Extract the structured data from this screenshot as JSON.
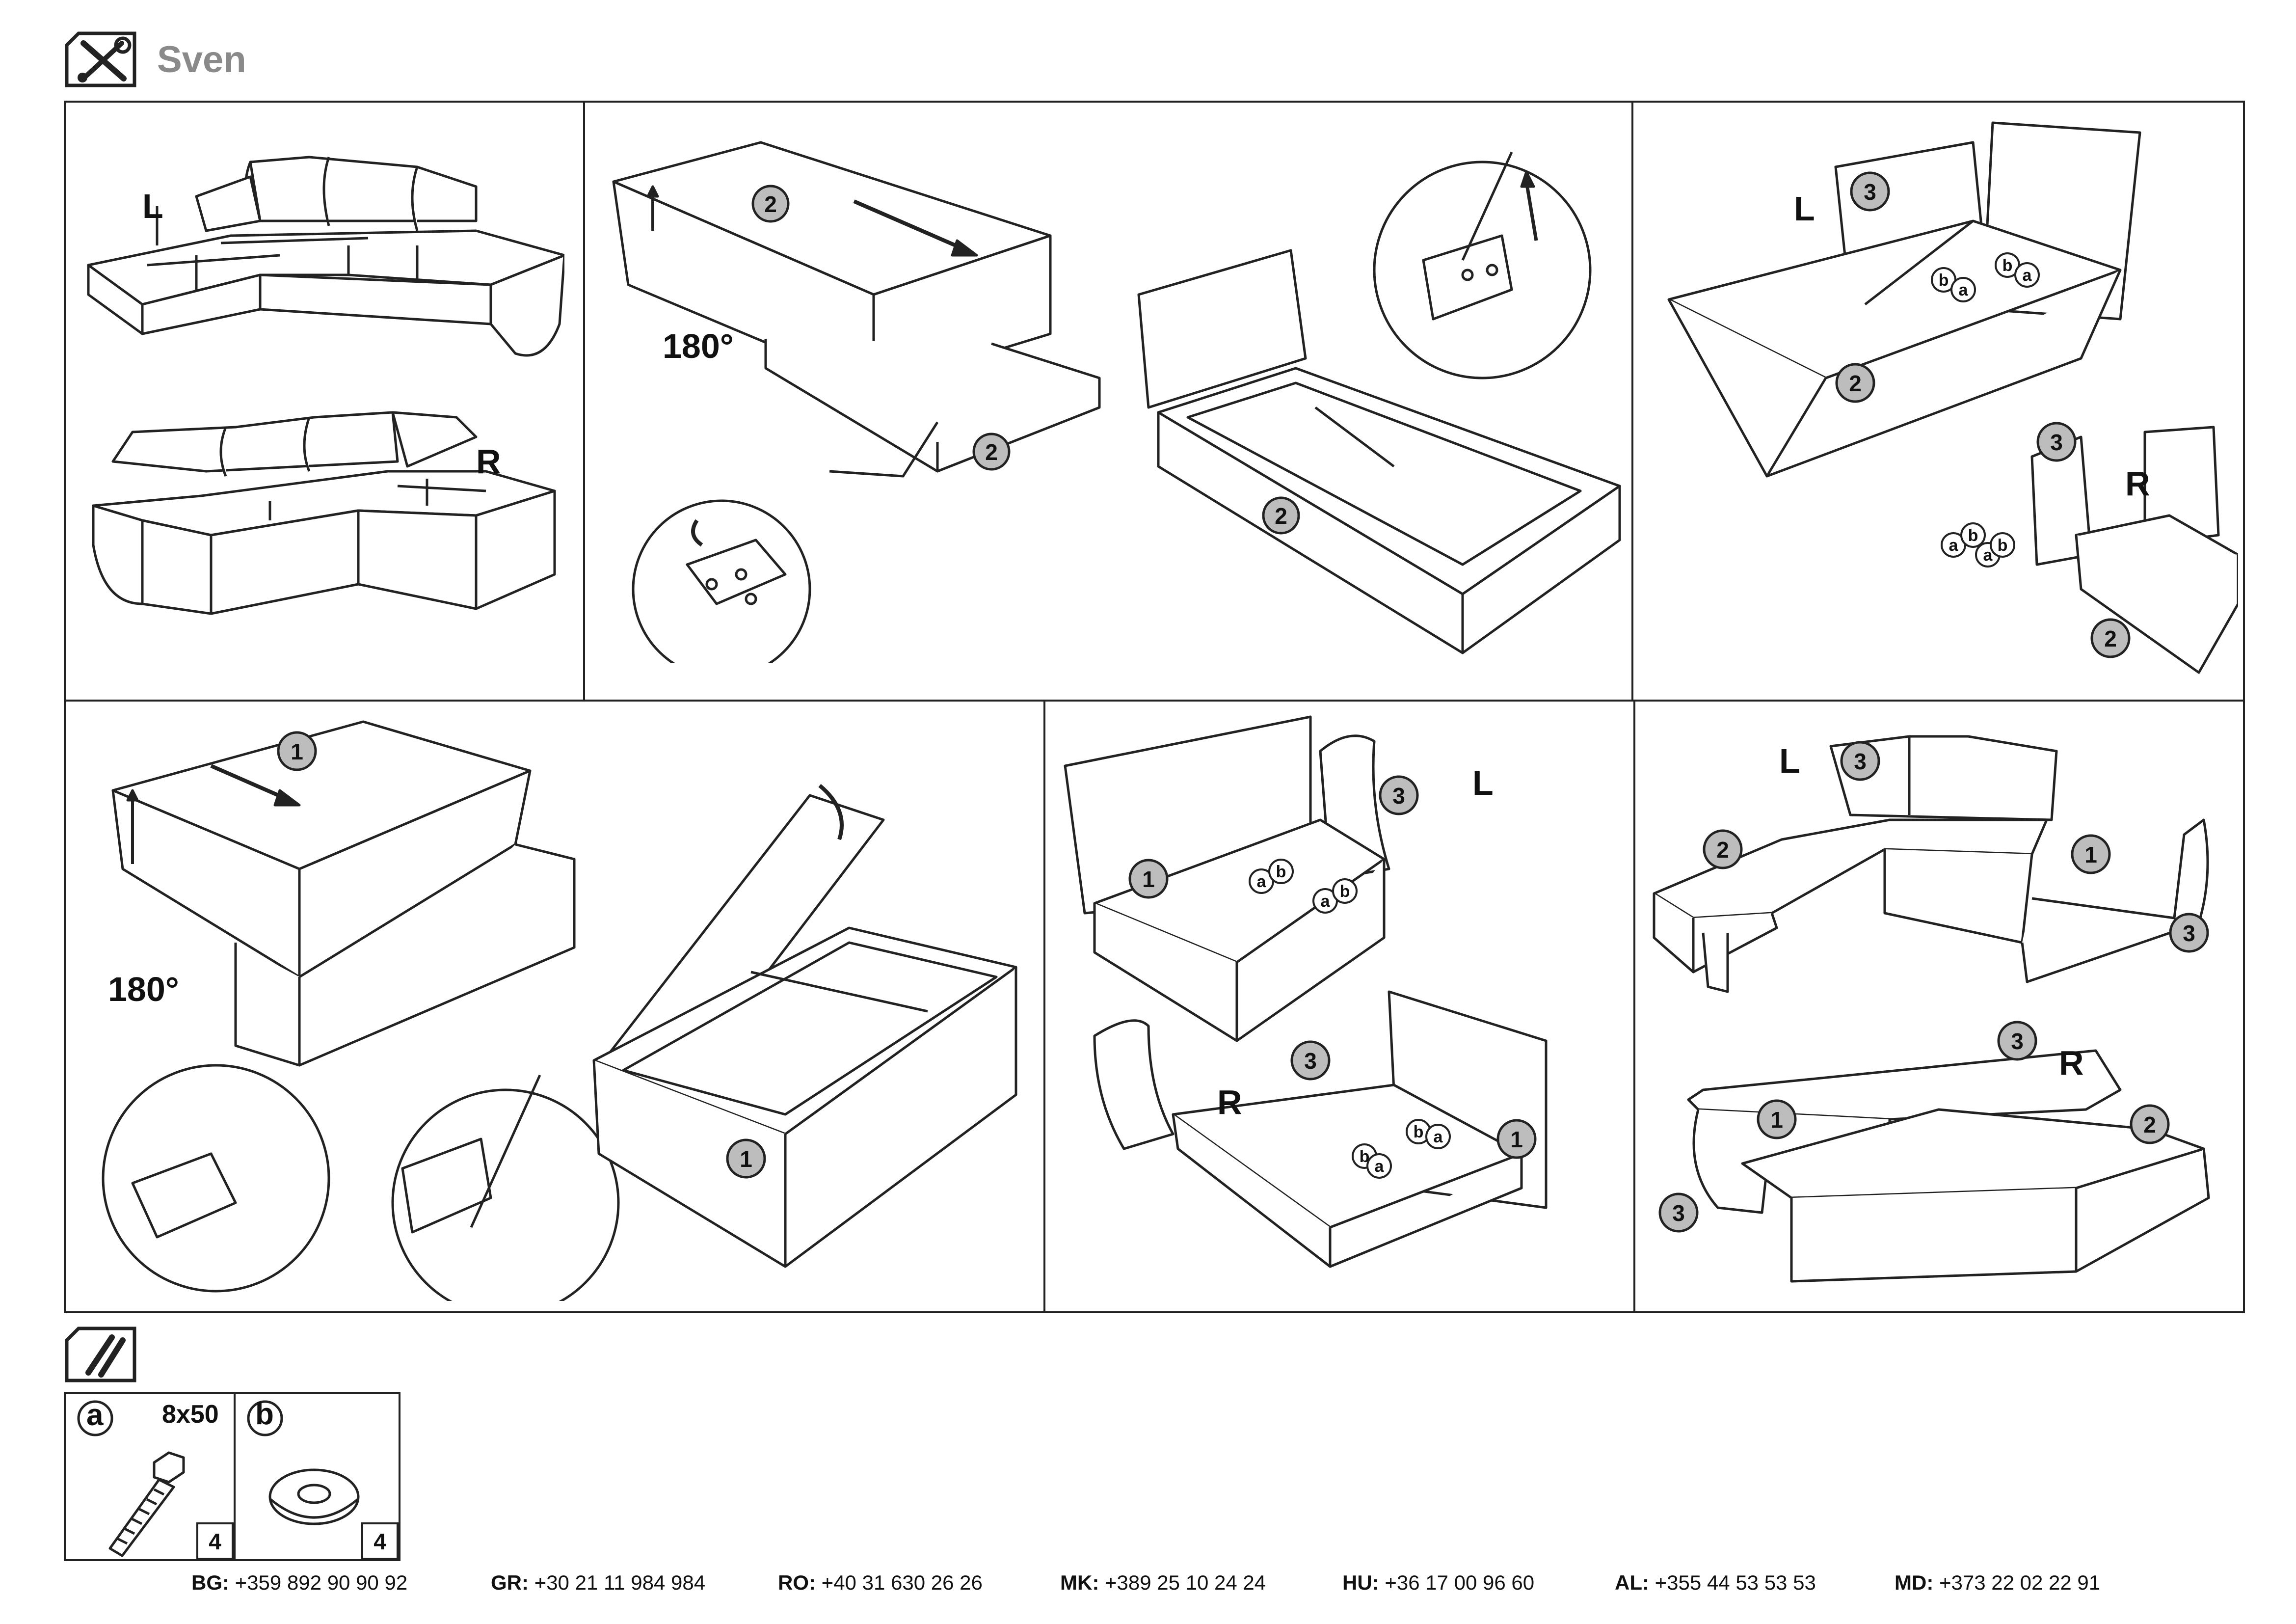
{
  "header": {
    "tool_icon": "tools-icon",
    "title": "Sven"
  },
  "steps": {
    "step1": {
      "label_L": "L",
      "label_R": "R"
    },
    "step2": {
      "part_number": "2",
      "rotation": "180°"
    },
    "step3": {
      "label_L": "L",
      "label_R": "R",
      "parts": [
        "3",
        "2"
      ],
      "hardware": [
        "a",
        "b"
      ]
    },
    "step4": {
      "part_number": "1",
      "rotation": "180°"
    },
    "step5": {
      "label_L": "L",
      "label_R": "R",
      "parts": [
        "1",
        "3"
      ],
      "hardware": [
        "a",
        "b"
      ]
    },
    "step6": {
      "label_L": "L",
      "label_R": "R",
      "parts": [
        "1",
        "2",
        "3"
      ]
    }
  },
  "hardware": {
    "icon": "screws-icon",
    "items": [
      {
        "letter": "a",
        "size": "8x50",
        "qty": "4",
        "icon": "bolt-icon"
      },
      {
        "letter": "b",
        "size": "",
        "qty": "4",
        "icon": "washer-icon"
      }
    ]
  },
  "contacts": [
    {
      "country": "BG:",
      "phone": "+359 892 90 90 92"
    },
    {
      "country": "GR:",
      "phone": "+30 21 11 984 984"
    },
    {
      "country": "RO:",
      "phone": "+40 31 630 26 26"
    },
    {
      "country": "MK:",
      "phone": "+389 25 10 24 24"
    },
    {
      "country": "HU:",
      "phone": "+36 17 00 96 60"
    },
    {
      "country": "AL:",
      "phone": "+355 44 53 53 53"
    },
    {
      "country": "MD:",
      "phone": "+373 22 02 22 91"
    }
  ]
}
